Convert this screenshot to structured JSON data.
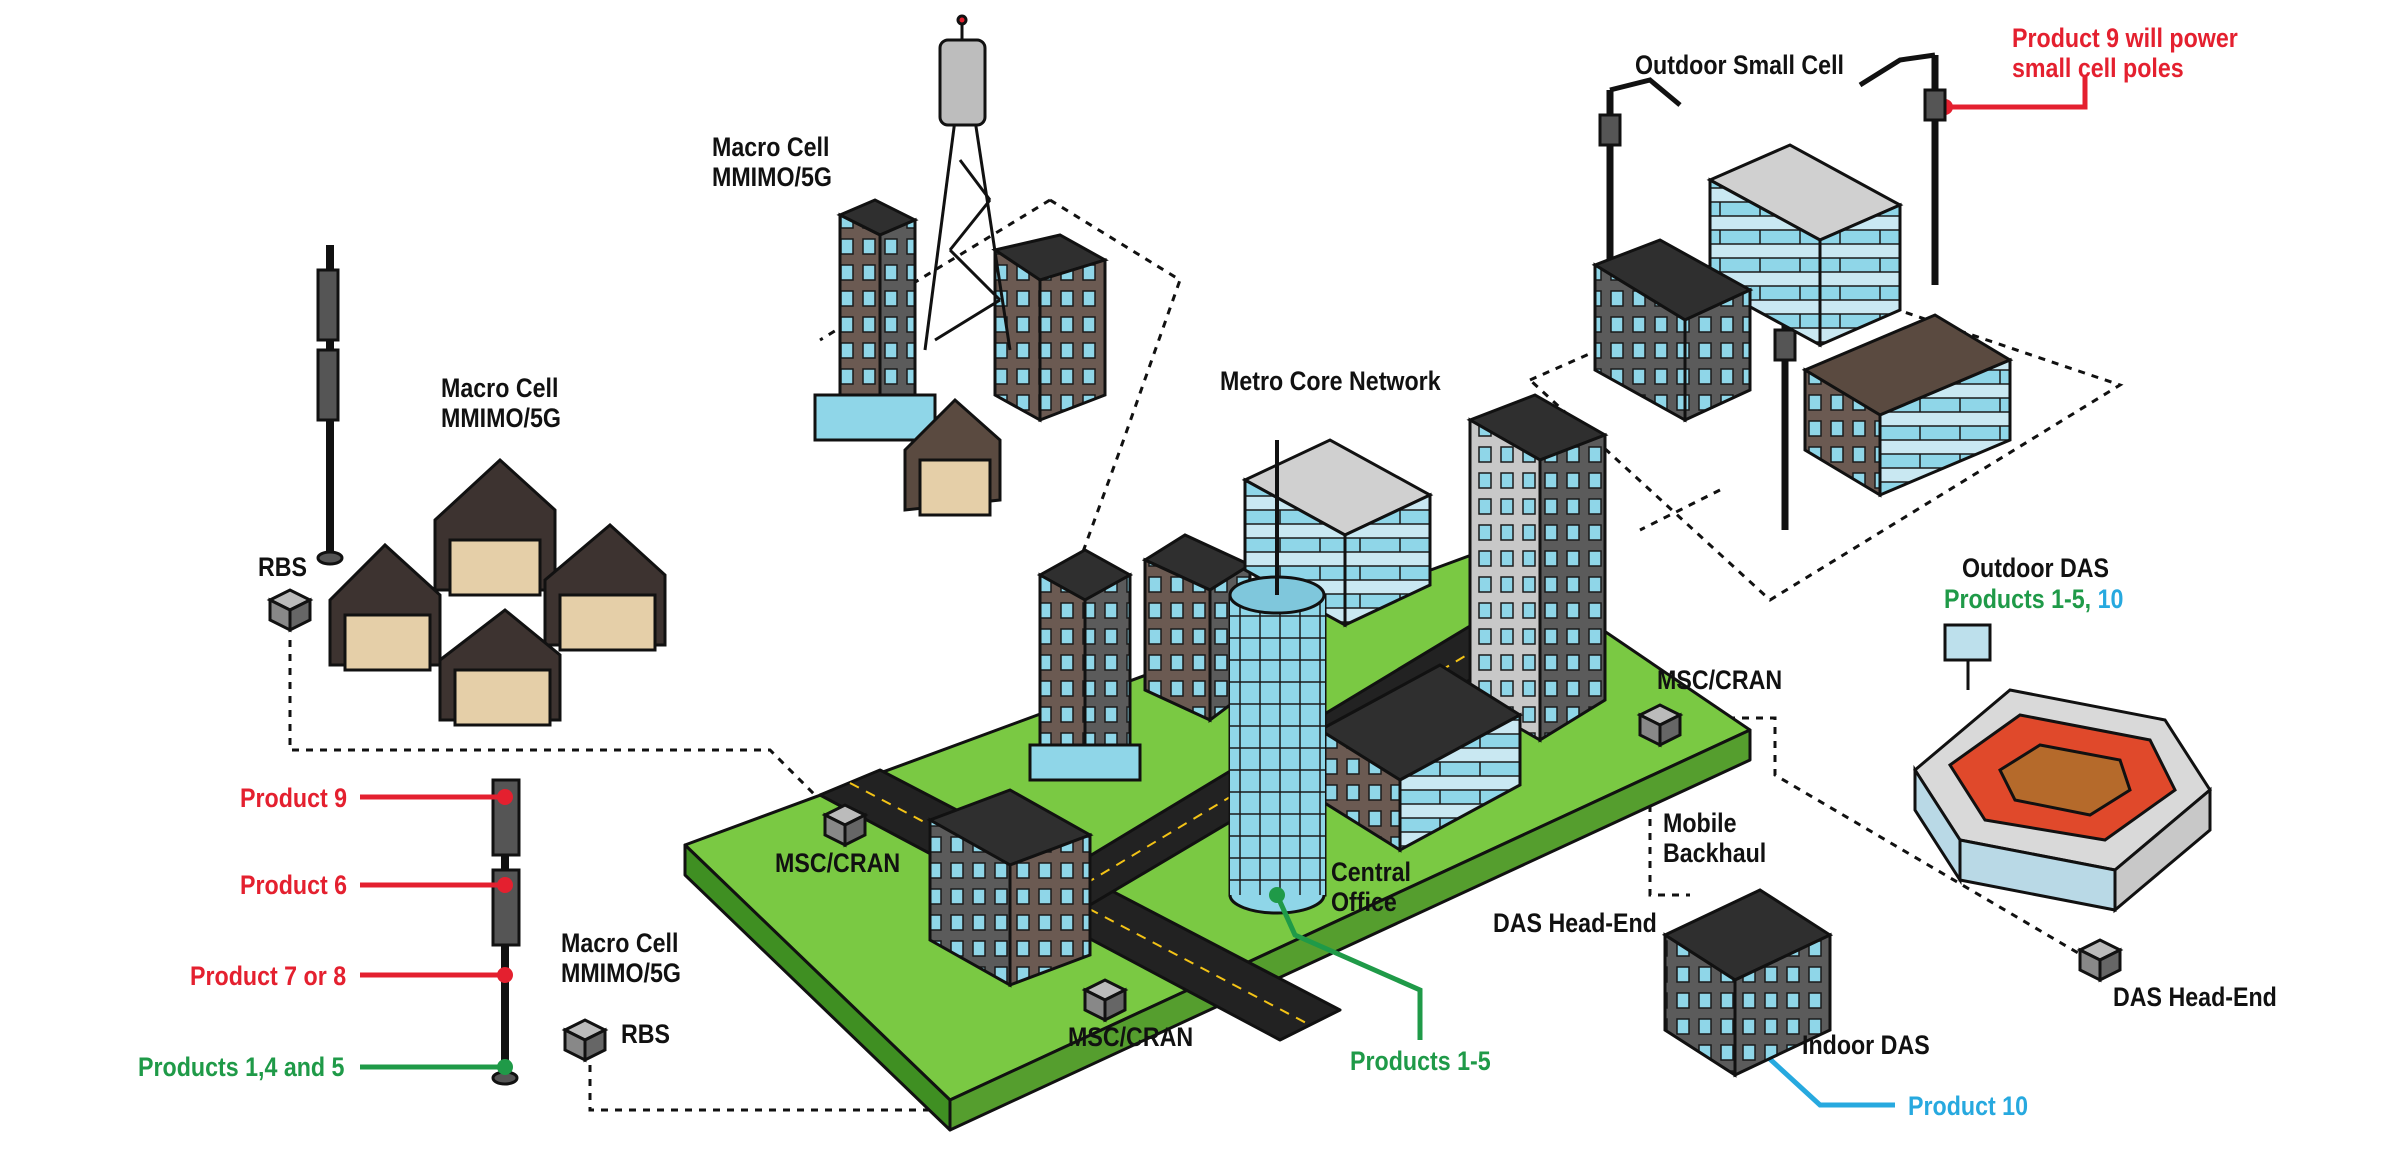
{
  "colors": {
    "red": "#e4202f",
    "green": "#1f9a48",
    "blue": "#27a9df",
    "grass": "#7ac943",
    "grass_side": "#3f8f22",
    "road": "#222222",
    "building_brown": "#6b5a52",
    "building_gray": "#5a5a5a",
    "window": "#8fd6e8",
    "dashed_line": "#111111"
  },
  "labels": {
    "macro_top_l1": "Macro Cell",
    "macro_top_l2": "MMIMO/5G",
    "macro_left_l1": "Macro Cell",
    "macro_left_l2": "MMIMO/5G",
    "macro_bottom_l1": "Macro Cell",
    "macro_bottom_l2": "MMIMO/5G",
    "rbs_top": "RBS",
    "rbs_bottom": "RBS",
    "outdoor_small_cell": "Outdoor Small Cell",
    "product9_pole_l1": "Product 9 will power",
    "product9_pole_l2": "small cell poles",
    "metro_core": "Metro Core Network",
    "outdoor_das": "Outdoor DAS",
    "outdoor_das_products_green": "Products 1-5,",
    "outdoor_das_products_blue": "10",
    "msc_right": "MSC/CRAN",
    "msc_left": "MSC/CRAN",
    "msc_bottom": "MSC/CRAN",
    "mobile_backhaul_l1": "Mobile",
    "mobile_backhaul_l2": "Backhaul",
    "central_office_l1": "Central",
    "central_office_l2": "Office",
    "das_headend_mid": "DAS Head-End",
    "das_headend_right": "DAS Head-End",
    "indoor_das": "Indoor DAS",
    "product9": "Product 9",
    "product6": "Product 6",
    "product78": "Product 7 or 8",
    "products145": "Products 1,4 and 5",
    "products15": "Products 1-5",
    "product10": "Product 10"
  }
}
